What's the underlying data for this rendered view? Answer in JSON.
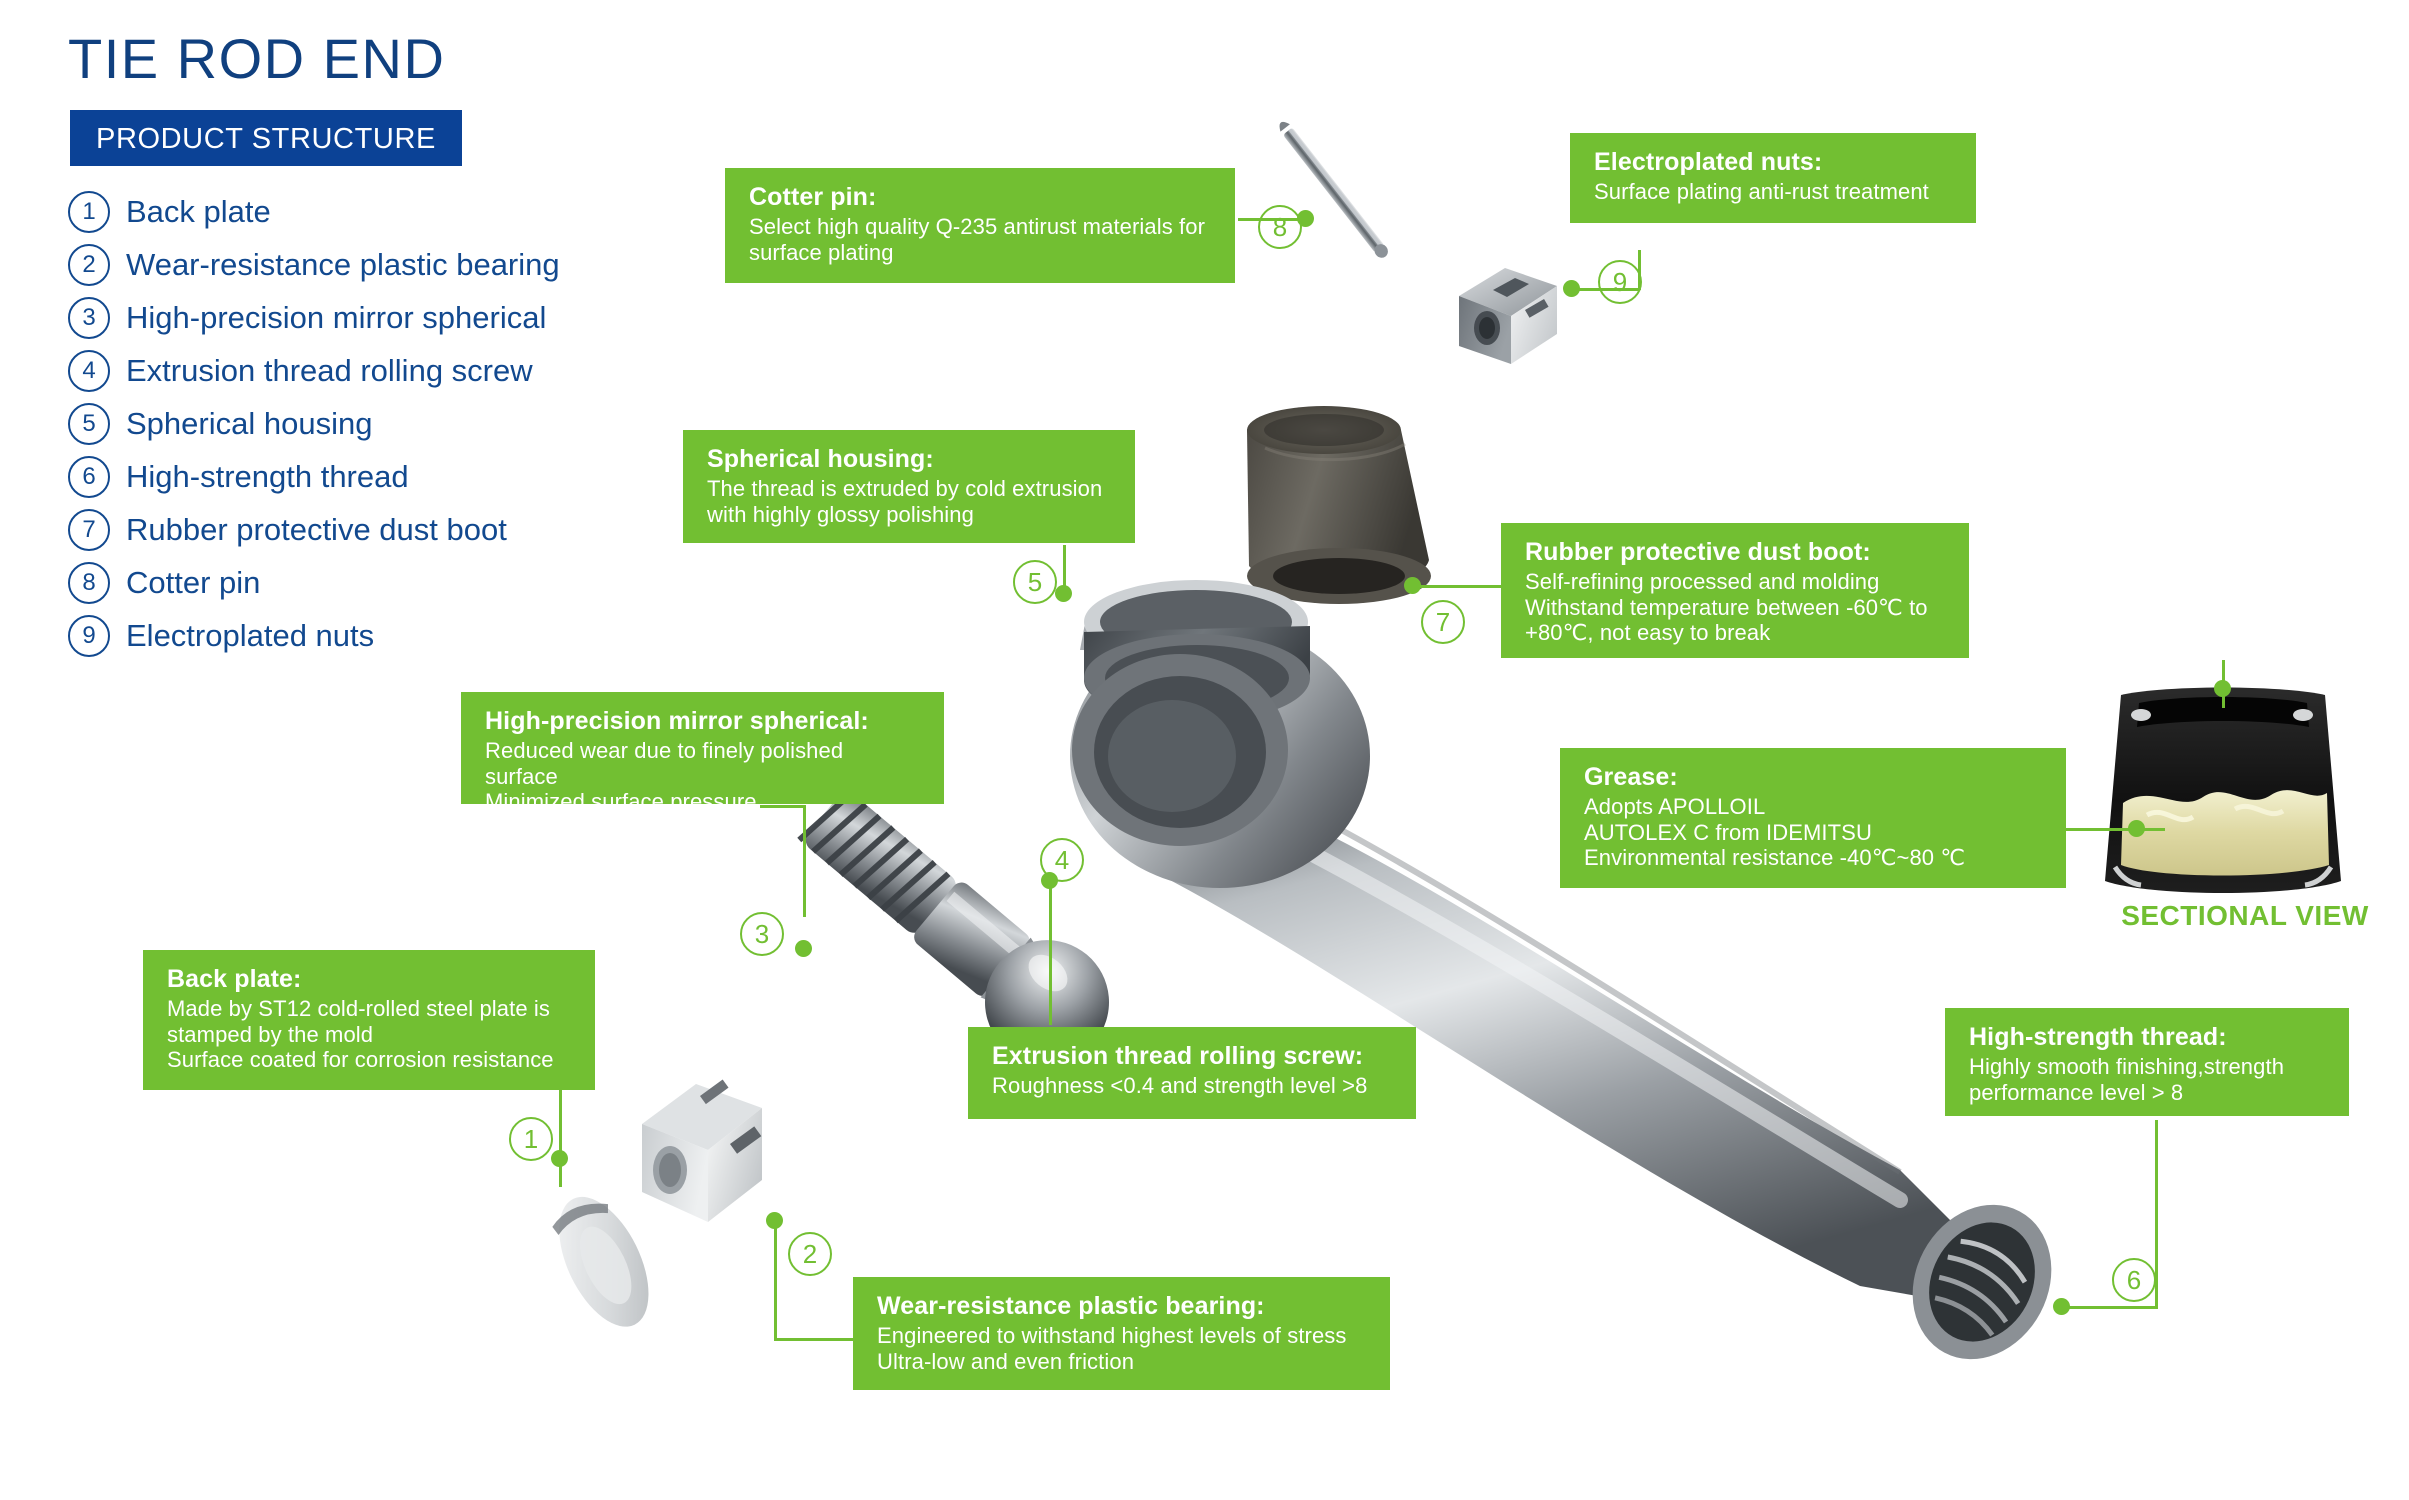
{
  "header": {
    "title": "TIE ROD END",
    "subtitle": "PRODUCT STRUCTURE"
  },
  "colors": {
    "brand_blue": "#0b4296",
    "title_blue": "#10407f",
    "accent_green": "#72bf32",
    "callout_text": "#ffffff"
  },
  "legend": {
    "items": [
      {
        "num": "1",
        "label": "Back plate"
      },
      {
        "num": "2",
        "label": "Wear-resistance plastic bearing"
      },
      {
        "num": "3",
        "label": "High-precision mirror spherical"
      },
      {
        "num": "4",
        "label": "Extrusion thread rolling screw"
      },
      {
        "num": "5",
        "label": "Spherical housing"
      },
      {
        "num": "6",
        "label": "High-strength thread"
      },
      {
        "num": "7",
        "label": "Rubber protective dust boot"
      },
      {
        "num": "8",
        "label": "Cotter pin"
      },
      {
        "num": "9",
        "label": "Electroplated nuts"
      }
    ]
  },
  "callouts": {
    "cotter_pin": {
      "title": "Cotter pin:",
      "line1": "Select high quality Q-235 antirust materials for",
      "line2": "surface plating"
    },
    "electroplated_nuts": {
      "title": "Electroplated nuts:",
      "line1": "Surface plating anti-rust treatment"
    },
    "spherical_housing": {
      "title": "Spherical housing:",
      "line1": "The thread is extruded by cold extrusion",
      "line2": "with highly glossy polishing"
    },
    "dust_boot": {
      "title": "Rubber protective dust boot:",
      "line1": "Self-refining processed and molding",
      "line2": "Withstand temperature between -60℃ to",
      "line3": "+80℃, not easy to break"
    },
    "mirror_spherical": {
      "title": "High-precision mirror spherical:",
      "line1": "Reduced wear due to finely polished surface",
      "line2": "Minimized surface pressure"
    },
    "grease": {
      "title": "Grease:",
      "line1": "Adopts APOLLOIL",
      "line2": "AUTOLEX C from IDEMITSU",
      "line3": "Environmental resistance -40℃~80 ℃"
    },
    "back_plate": {
      "title": "Back plate:",
      "line1": "Made by ST12 cold-rolled steel plate is",
      "line2": "stamped by the mold",
      "line3": "Surface coated for corrosion resistance"
    },
    "rolling_screw": {
      "title": "Extrusion thread rolling screw:",
      "line1": "Roughness <0.4 and strength level >8"
    },
    "high_strength_thread": {
      "title": "High-strength thread:",
      "line1": "Highly smooth finishing,strength",
      "line2": "performance level > 8"
    },
    "plastic_bearing": {
      "title": "Wear-resistance plastic bearing:",
      "line1": "Engineered to withstand highest levels of stress",
      "line2": "Ultra-low and even friction"
    }
  },
  "markers": {
    "m1": "1",
    "m2": "2",
    "m3": "3",
    "m4": "4",
    "m5": "5",
    "m6": "6",
    "m7": "7",
    "m8": "8",
    "m9": "9"
  },
  "sectional_view": {
    "caption": "SECTIONAL VIEW"
  }
}
